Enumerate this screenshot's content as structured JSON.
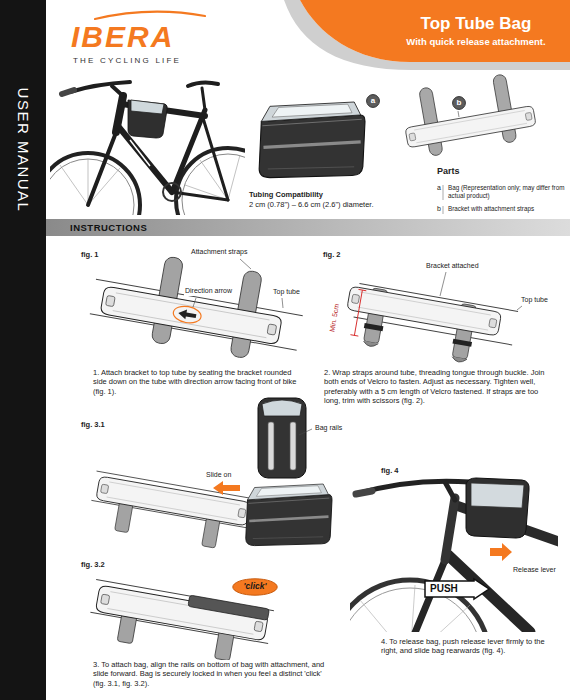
{
  "diagram": {
    "nodes": [
      {
        "text": [
          "Top Tube Bag",
          "With quick release attachment."
        ]
      },
      {
        "text": [
          "USER MANUAL"
        ]
      },
      {
        "text": [
          "a"
        ]
      },
      {
        "text": [
          "b"
        ]
      },
      {
        "text": [
          "INSTRUCTIONS"
        ]
      },
      {
        "text": [
          "'click'"
        ]
      },
      {
        "text": [
          "PUSH"
        ]
      }
    ],
    "labels": [
      "IBERA",
      "THE CYCLING LIFE",
      "Tubing Compatibility",
      "2 cm (0.78\") – 6.6 cm (2.6\") diameter.",
      "Parts",
      "a",
      "Bag (Representation only; may differ from actual product)",
      "b",
      "Bracket with attachment straps",
      "fig. 1",
      "Attachment straps",
      "Direction arrow",
      "Top tube",
      "1. Attach bracket to top tube by seating the bracket rounded side down on the tube with direction arrow facing front of bike (fig. 1).",
      "fig. 2",
      "Bracket attached",
      "Min. 5cm",
      "Top tube",
      "2. Wrap straps around tube, threading tongue through buckle. Join both ends of Velcro to fasten. Adjust as necessary. Tighten well, preferably with a 5 cm length of Velcro fastened. If straps are too long, trim with scissors (fig. 2).",
      "fig. 3.1",
      "Bag rails",
      "Slide on",
      "fig. 3.2",
      "3. To attach bag, align the rails on bottom of bag with attachment, and slide forward. Bag is securely locked in when you feel a distinct 'click' (fig. 3.1, fig. 3.2).",
      "fig. 4",
      "Release lever",
      "4. To release bag, push release lever firmly to the right, and slide bag rearwards (fig. 4)."
    ]
  }
}
